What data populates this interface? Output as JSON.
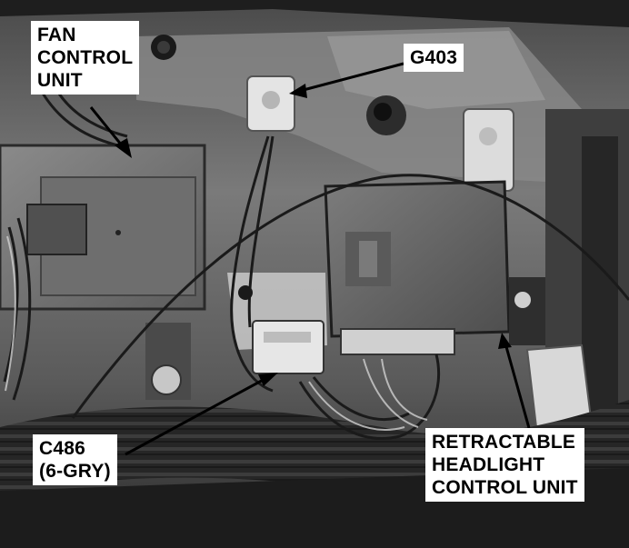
{
  "labels": {
    "fan_control_unit": "FAN\nCONTROL\nUNIT",
    "ground": "G403",
    "connector": "C486\n(6-GRY)",
    "headlight_unit": "RETRACTABLE\nHEADLIGHT\nCONTROL UNIT"
  },
  "colors": {
    "label_background": "#ffffff",
    "label_text": "#000000",
    "arrow": "#000000"
  }
}
